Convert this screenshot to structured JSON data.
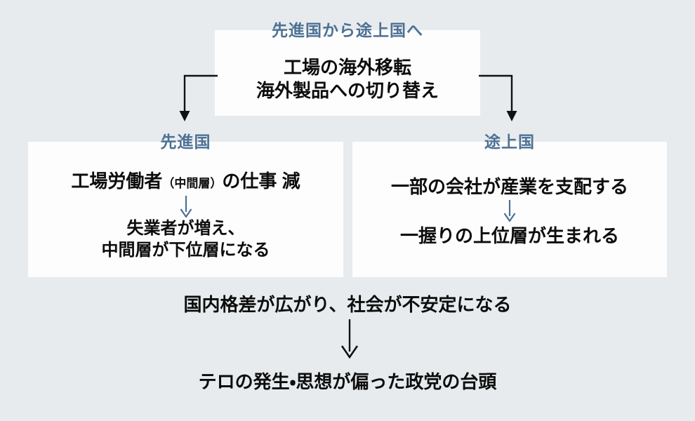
{
  "diagram": {
    "title_text": "先進国から途上国へ",
    "background_color": "#e8ebed",
    "panel_color": "#fdfdfd",
    "accent_color": "#4d7195",
    "text_color": "#0d0d0d"
  },
  "top_box": {
    "heading": "先進国から途上国へ",
    "line1": "工場の海外移転",
    "line2": "海外製品への切り替え"
  },
  "left_box": {
    "heading": "先進国",
    "line1_a": "工場労働者",
    "line1_paren": "（中間層）",
    "line1_b": "の仕事 減",
    "arrow": "down-arrow-icon",
    "line2": "失業者が増え、\n中間層が下位層になる"
  },
  "right_box": {
    "heading": "途上国",
    "line1": "一部の会社が産業を支配する",
    "arrow": "down-arrow-icon",
    "line2": "一握りの上位層が生まれる"
  },
  "conclusion": {
    "line1": "国内格差が広がり、社会が不安定になる",
    "arrow": "down-arrow-icon",
    "line2": "テロの発生・思想が偏った政党の台頭"
  }
}
